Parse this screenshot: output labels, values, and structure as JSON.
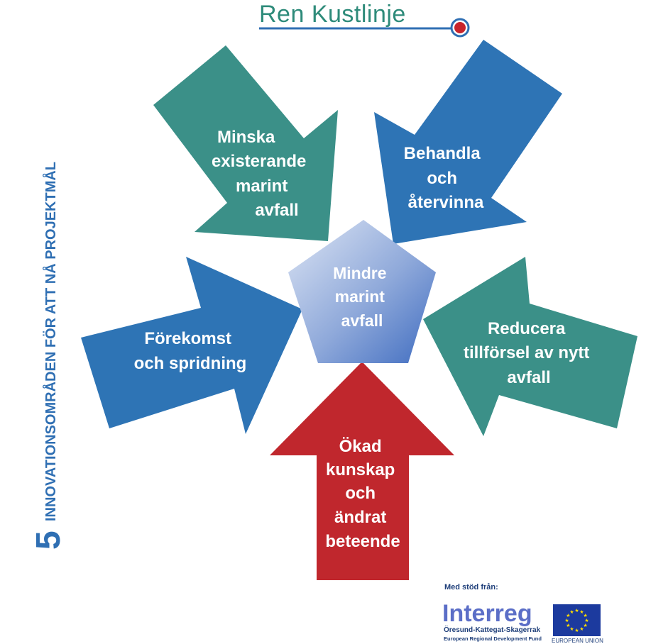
{
  "logo": {
    "text": "Ren Kustlinje",
    "text_color": "#2e8b7a",
    "dot_color": "#c8242b",
    "ring_color": "#2f6fb3"
  },
  "side_title": {
    "number": "5",
    "text": "INNOVATIONSOMRÅDEN FÖR ATT NÅ PROJEKTMÅL",
    "color": "#2f6fb3"
  },
  "center": {
    "lines": [
      "Mindre",
      "marint",
      "avfall"
    ]
  },
  "arrows": [
    {
      "id": "minska",
      "color": "#3b9088",
      "lines": [
        "Minska",
        "existerande",
        "marint",
        "avfall"
      ]
    },
    {
      "id": "behandla",
      "color": "#2e74b5",
      "lines": [
        "Behandla",
        "och",
        "återvinna"
      ]
    },
    {
      "id": "forekomst",
      "color": "#2e74b5",
      "lines": [
        "Förekomst",
        "och spridning"
      ]
    },
    {
      "id": "reducera",
      "color": "#3b9088",
      "lines": [
        "Reducera",
        "tillförsel av nytt",
        "avfall"
      ]
    },
    {
      "id": "okad",
      "color": "#c0272d",
      "lines": [
        "Ökad",
        "kunskap",
        "och",
        "ändrat",
        "beteende"
      ]
    }
  ],
  "support": {
    "label": "Med stöd från:",
    "interreg": "Interreg",
    "region": "Öresund-Kattegat-Skagerrak",
    "fund": "European Regional Development Fund",
    "eu": "EUROPEAN UNION",
    "eu_flag_color": "#1c3a9e",
    "eu_star_color": "#ffdd00"
  }
}
